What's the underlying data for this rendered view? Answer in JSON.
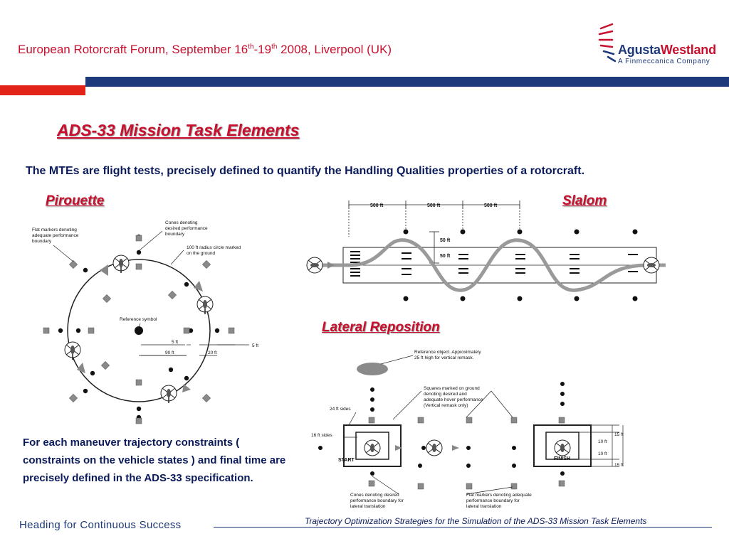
{
  "header": {
    "title_a": "European Rotorcraft Forum, September 16",
    "sup_a": "th",
    "title_b": "-19",
    "sup_b": "th",
    "title_c": " 2008, Liverpool (UK)"
  },
  "logo": {
    "name_a": "Agusta",
    "name_b": "Westland",
    "subtitle": "A Finmeccanica Company"
  },
  "slide": {
    "title": "ADS-33 Mission Task Elements",
    "intro": "The MTEs are flight tests, precisely defined to quantify the Handling Qualities properties of a rotorcraft.",
    "note": "For each maneuver trajectory constraints ( constraints on the vehicle states ) and final time are precisely defined in the ADS-33 specification."
  },
  "sections": {
    "pirouette": "Pirouette",
    "slalom": "Slalom",
    "lateral": "Lateral Reposition"
  },
  "pirouette": {
    "lbl_flat_1": "Flat markers denoting",
    "lbl_flat_2": "adequate performance",
    "lbl_flat_3": "boundary",
    "lbl_cones_1": "Cones denoting",
    "lbl_cones_2": "desired performance",
    "lbl_cones_3": "boundary",
    "lbl_circle_1": "100 ft radius circle marked",
    "lbl_circle_2": "on the ground",
    "lbl_ref": "Reference symbol",
    "dim_5a": "5 ft",
    "dim_5b": "5 ft",
    "dim_90": "90 ft",
    "dim_20": "20 ft"
  },
  "slalom": {
    "dim_500a": "500 ft",
    "dim_500b": "500 ft",
    "dim_500c": "500 ft",
    "dim_50a": "50 ft",
    "dim_50b": "50 ft"
  },
  "lateral": {
    "lbl_ref_1": "Reference object.  Approximately",
    "lbl_ref_2": "25 ft high for vertical remask.",
    "lbl_sq_1": "Squares marked on ground",
    "lbl_sq_2": "denoting desired and",
    "lbl_sq_3": "adequate hover performance",
    "lbl_sq_4": "(Vertical remask only)",
    "lbl_24": "24 ft sides",
    "lbl_16": "16 ft sides",
    "lbl_start": "START",
    "lbl_finish": "FINISH",
    "dim_15a": "15 ft",
    "dim_10a": "10 ft",
    "dim_10b": "10 ft",
    "dim_15b": "15 ft",
    "lbl_cones_1": "Cones denoting desired",
    "lbl_cones_2": "performance boundary for",
    "lbl_cones_3": "lateral translation",
    "lbl_flat_1": "Flat markers denoting adequate",
    "lbl_flat_2": "performance boundary for",
    "lbl_flat_3": "lateral translation"
  },
  "footer": {
    "left": "Heading for Continuous Success",
    "right": "Trajectory Optimization Strategies for the Simulation of the ADS-33 Mission Task Elements"
  },
  "colors": {
    "brand_red": "#c8102e",
    "brand_blue": "#1f3a7a",
    "text_navy": "#0b1a5a"
  },
  "icons": [
    "logo-swirl-icon",
    "helicopter-icon",
    "cone-icon",
    "flat-marker-icon"
  ]
}
